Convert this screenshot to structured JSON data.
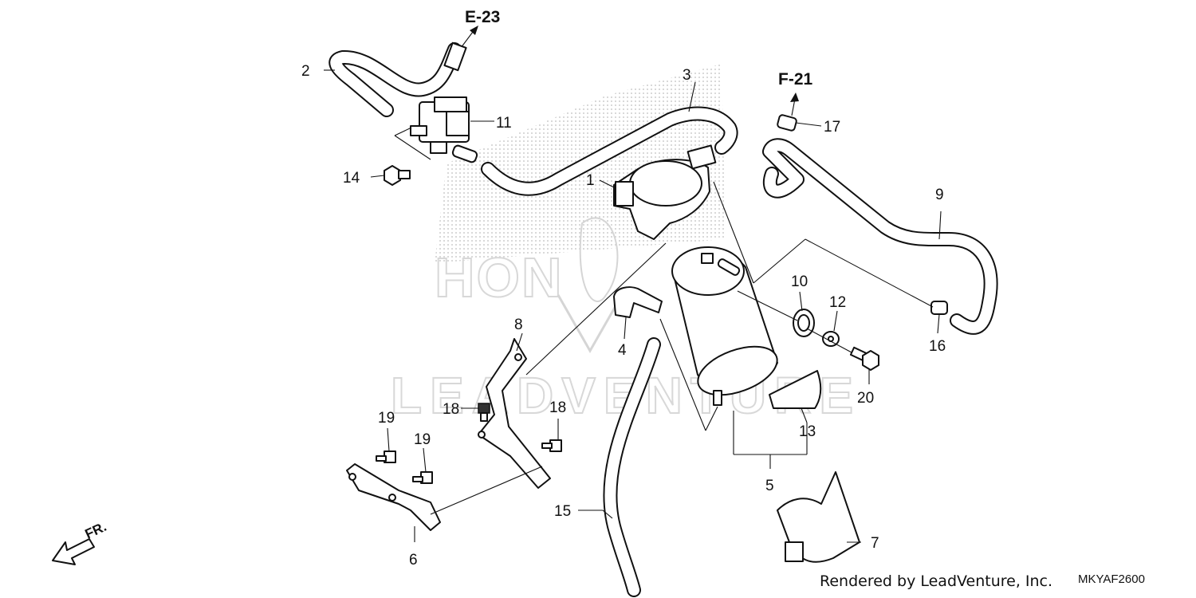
{
  "diagram": {
    "references": {
      "e": "E-23",
      "f": "F-21"
    },
    "callouts": {
      "c1": "1",
      "c2": "2",
      "c3": "3",
      "c4": "4",
      "c5": "5",
      "c6": "6",
      "c7": "7",
      "c8": "8",
      "c9": "9",
      "c10": "10",
      "c11": "11",
      "c12": "12",
      "c13": "13",
      "c14": "14",
      "c15": "15",
      "c16": "16",
      "c17": "17",
      "c18a": "18",
      "c18b": "18",
      "c19a": "19",
      "c19b": "19",
      "c20": "20"
    },
    "direction_label": "FR.",
    "watermark": "LEADVENTURE",
    "footer": {
      "rendered_by": "Rendered by LeadVenture, Inc.",
      "code": "MKYAF2600"
    }
  }
}
